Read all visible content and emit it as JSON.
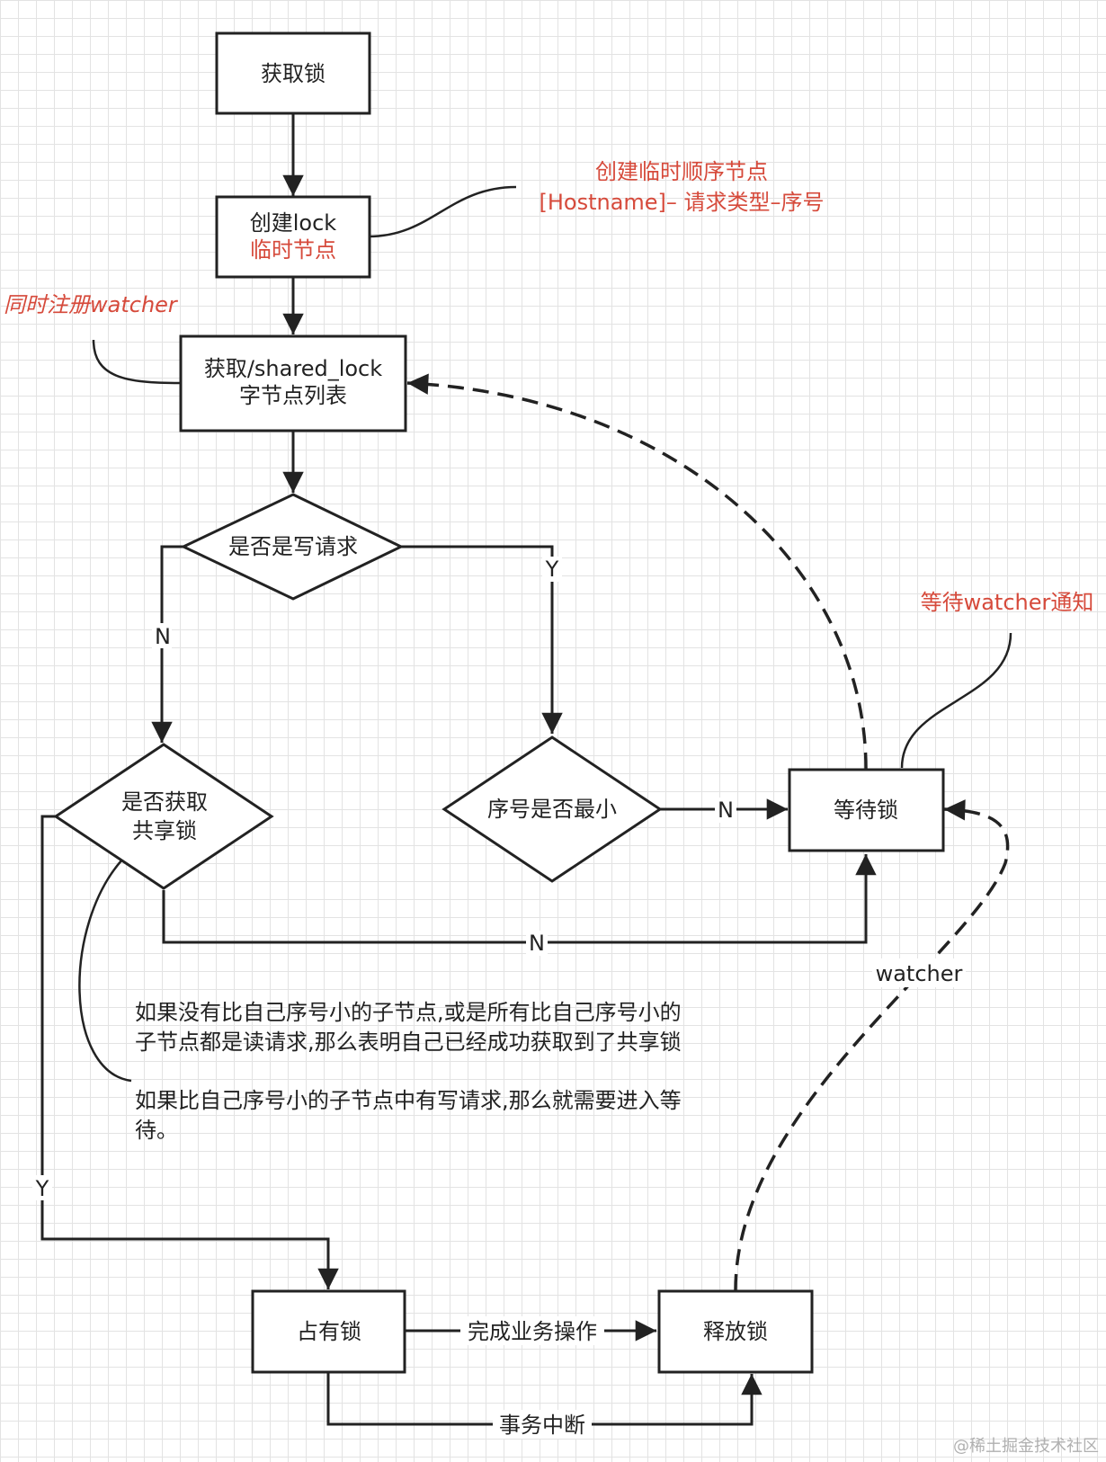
{
  "nodes": {
    "acquire_lock": "获取锁",
    "create_lock_line1": "创建lock",
    "create_lock_line2": "临时节点",
    "get_children_line1": "获取/shared_lock",
    "get_children_line2": "字节点列表",
    "is_write": "是否是写请求",
    "is_shared_line1": "是否获取",
    "is_shared_line2": "共享锁",
    "is_smallest": "序号是否最小",
    "wait_lock": "等待锁",
    "hold_lock": "占有锁",
    "release_lock": "释放锁"
  },
  "edge_labels": {
    "write_yes": "Y",
    "write_no": "N",
    "smallest_no": "N",
    "shared_no": "N",
    "shared_yes": "Y",
    "finish_business": "完成业务操作",
    "transaction_interrupt": "事务中断",
    "watcher": "watcher"
  },
  "annotations": {
    "create_seq_line1": "创建临时顺序节点",
    "create_seq_line2": "[Hostname]– 请求类型–序号",
    "register_watcher": "同时注册watcher",
    "wait_watcher_notify": "等待watcher通知",
    "shared_note_line1": "如果没有比自己序号小的子节点,或是所有比自己序号小的",
    "shared_note_line2": "子节点都是读请求,那么表明自己已经成功获取到了共享锁",
    "wait_note_line1": "如果比自己序号小的子节点中有写请求,那么就需要进入等",
    "wait_note_line2": "待。"
  },
  "watermark": "@稀土掘金技术社区",
  "colors": {
    "annotation_red": "#d64a3b",
    "stroke": "#222222"
  }
}
